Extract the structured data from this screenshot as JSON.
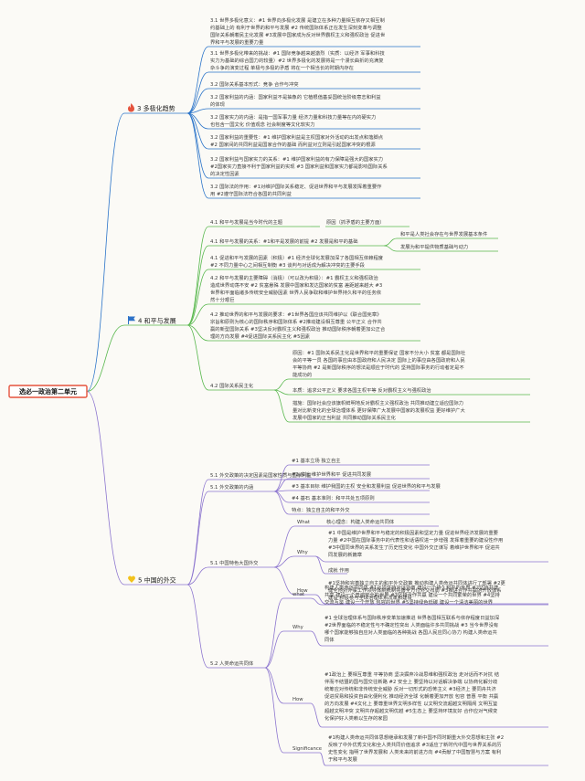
{
  "root": "选必一政治第二单元",
  "sections": [
    {
      "title": "3 多极化趋势",
      "icon": "fire-icon",
      "items": [
        [
          "3.1 世界多极化意义：#1 世界向多极化发展 是建立在多种力量相互依存又相互制",
          "约基础上的 有利于世界的和平与发展 #2 传统国际体系正在发生深刻变革与调整",
          "国际关系朝着民主化发展 #3发展中国家成为反对世界霸权主义和强权政治 促进世",
          "界和平与发展的重要力量"
        ],
        [
          "3.1 世界多极化带来的挑战：#1 国际竞争越来越激烈（实质：以经济 军事和科技",
          "实力为基础的综合国力的较量）#2 世界多极化的发展将是一个漫长曲折的充满复",
          "杂斗争的演变过程 单极与多极的矛盾 将在一个相当长的时期内存在"
        ],
        [
          "3.2 国际关系基本形式：竞争 合作与冲突"
        ],
        [
          "3.2 国家利益的内涵：国家利益不是抽象的 它植根值基妥国统治阶级意志和利益",
          "的体现"
        ],
        [
          "3.2 国家实力的内涵：是指一国军事力量 经济力量和科技力量等在内的硬实力",
          "也包含一国文化 价值观念 社会制度等文化软实力"
        ],
        [
          "3.2 国家利益的重要性：#1 维护国家利益是主权国家对外活动的出发点和落脚点",
          "#2 国家间的共同利益是国家合作的基础 而利益对立则是引起国家冲突的根源"
        ],
        [
          "3.2 国家利益与国家实力的关系：#1 维护国家利益的有力保障是强大的国家实力",
          "#2国家实力直接不利于国家利益的实现 #3 国家利益和国家实力都是影响国际关系",
          "的决定性因素"
        ],
        [
          "3.2 国际法的作用：#1对维护国际关系稳定、促进世界和平与发展发挥着重要作",
          "用 #2遵守国际法符合各国的共同利益"
        ]
      ]
    },
    {
      "title": "4 和平与发展",
      "icon": "flag-icon",
      "items": [
        [
          "4.1 和平与发展是当今时代的主题"
        ],
        [
          "4.1 和平与发展的关系：#1和平是发展的前提 #2 发展是和平的基础"
        ],
        [
          "4.1 促进和平与发展的因素（积极）#1 经济全球化发展加深了各国相互依赖程度",
          "#2 不同力量中心之间相互制衡 #3 谈判与对话成为解决冲突的主要手段"
        ],
        [
          "4.2 和平与发展的主要障碍（消极）（可以改为积极）：#1 霸权主义和强权政治",
          "造成世界动荡不安 #2 贫富悬殊 发展中国家和发达国家的贫富 差距越来越大 #3",
          "世界和平面临诸多传统安全威胁因素 世界人民争取和维护世界持久和平的任务依",
          "然十分艰巨"
        ],
        [
          "4.2 推动世界的和平与发展的要求：#1世界各国应该共同维护以《联合国宪章》",
          "宗旨和原则为核心的国际秩序和国际体系 #2推动建设相互尊重 公平正义 合作共",
          "赢的新型国际关系 #3坚决反对霸权主义和强权政治 推动国际秩序朝着更加公正合",
          "理的方向发展 #4促进国际关系民主化 #5因素"
        ],
        [
          "4.2 国际关系民主化"
        ]
      ],
      "sub_peace": [
        "原因（抓矛盾的主要方面）"
      ],
      "sub_relation": [
        "和平是人类社会存在与世界发展基本条件",
        "发展为和平提供物质基础与动力"
      ],
      "sub_democracy": [
        [
          "原因：#1 国际关系民主化是世界和平的重要保证 国家不分大小 贫富 都是国际社",
          "会的平等一员 各国的事应由本国政府和人民决定 国际上的事应由各国政府和人民",
          "平等协商 #2 是新国际秩序的想法是顺应于时代的 坚持国际事务的行动者定是不",
          "能成功的"
        ],
        [
          "本质：追求公平正义 要求各国主权平等 反对霸权主义与强权政治"
        ],
        [
          "措施：国际社会应该旗帜鲜明地反对霸权主义强权政治 共同推动建立适应国际力",
          "量对比新变化的全球治理体系 更好保障广大发展中国家的发展权益 更好维护广大",
          "发展中国家的正当利益 共同推动国际关系民主化"
        ]
      ]
    },
    {
      "title": "5 中国的外交",
      "icon": "heart-icon",
      "items": [
        [
          "5.1 外交政策的决定因素是国家性质与国家利益"
        ],
        [
          "5.1 外交政策的内涵"
        ],
        [
          "5.1 中国特色大国外交"
        ],
        [
          "5.2 人类命运共同体"
        ]
      ],
      "sub_policy": [
        "#1 基本立场 独立自主",
        "#2 宗旨 维护世界和平 促进共同发展",
        "#3 基本目标 维护我国的主权 安全和发展利益 促进世界的和平与发展",
        "#4 基石 基本准则：和平共处五项原则",
        "特点：独立自主的和平外交"
      ],
      "sub_major": {
        "what_label": "What",
        "what": [
          "核心理念：构建人类命运共同体"
        ],
        "why_label": "Why",
        "why": [
          [
            "#1 中国是维护世界和平与稳定的积极因素和坚定力量 促进世界经济发展的重要",
            "力量 #2中国在国际事务中的代表性和话语权进一步增强 发挥着重要的建设性作用",
            "#3中国同世界的关系发生了历史性变化 中国外交正谋写 着维护世界和平 促进共",
            "同发展的新篇章"
          ],
          [
            "成就 作用"
          ]
        ],
        "how_label": "How",
        "how": [
          "#1坚持和完善独立自主的和平外交政策 推动构建人类命运共同体进行了部署 #2更",
          "健全地对外事工作领导体制机制完善全方位外交布局 #3推进合作共赢的开放体系",
          "建设 积极参与全球治理体系改革和建设"
        ]
      },
      "sub_community": {
        "what_label": "what",
        "what": [
          "构建人类命运共同体 #1必须坚持对话协商 建设一个持久和平的世界 #2坚持共建",
          "共享 建设一个普遍安全的世界 #3坚持合作共赢 建设一个共同繁荣的世界 #4坚持",
          "交流互鉴 建设一个开放 包容的世界 #5坚持绿色低碳 建设一个清洁美丽的世界"
        ],
        "why_label": "Why",
        "why": [
          "#1 全球治理体系与国际秩序变革加速推进 世界各国相互联系与依存程度日益加深",
          "#2世界面临的不稳定性与不确定性突出 人类面临许多共同挑战 #3 当今世界没有",
          "哪个国家能够独自应对人类面临的各种挑战 各国人民应同心协力 构建人类命运共",
          "同体"
        ],
        "how_label": "How",
        "how": [
          "#1政治上 要相互尊重 平等协商 坚决摒弃冷战思维和强权政治 走对话而不对抗 结",
          "伴而不结盟的国与国交往新路 #2 安全上 要坚持以对话解决争端 以协商化解分歧",
          "统筹应对传统和非传统安全威胁 反对一切形式的恐怖主义 #3经济上 要同舟共济",
          "促进贸易和投资自由化便利化 推动经济全球 化朝着更加开放 包容 普惠 平衡 共赢",
          "的方向发展 #4文化上 要尊重世界文明多样性 以文明交流超越文明隔阂 文明互鉴",
          "超越文明冲突 文明共存超越文明优越 #5生态上 要坚持环境友好 合作应对气候变",
          "化保护好人类赖以生存的家园"
        ],
        "sig_label": "Significance",
        "sig": [
          "#1构建人类命运共同体思想继承和发展了新中国不同时期重大外交思想和主张 #2",
          "反映了中外优秀文化和全人类共同价值追求 #3适应了新时代中国与世界关系的历",
          "史性变化 指明了世界发展和 人类未来的前进方向 #4贡献了中国智慧与方案 有利",
          "于和平与发展"
        ]
      }
    }
  ],
  "colors": {
    "section3": "#2b74c9",
    "section4": "#59b84e",
    "section5": "#8c75cf",
    "root_border": "#e5533d",
    "fire": "#e5533d",
    "flag": "#2e72c8",
    "heart": "#f2c21b"
  }
}
